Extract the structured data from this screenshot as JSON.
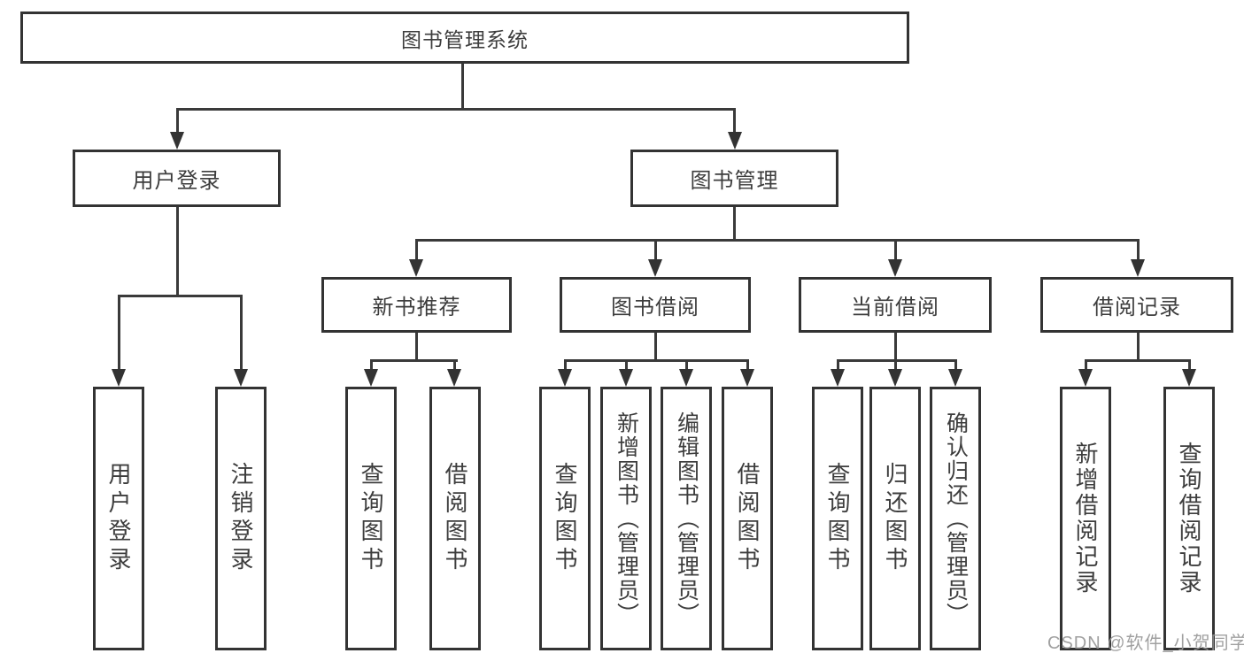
{
  "diagram": {
    "title": "图书管理系统",
    "root": {
      "label": "图书管理系统"
    },
    "branches": [
      {
        "label": "用户登录",
        "children": [
          {
            "label": "用户登录"
          },
          {
            "label": "注销登录"
          }
        ]
      },
      {
        "label": "图书管理",
        "groups": [
          {
            "label": "新书推荐",
            "children": [
              {
                "label": "查询图书"
              },
              {
                "label": "借阅图书"
              }
            ]
          },
          {
            "label": "图书借阅",
            "children": [
              {
                "label": "查询图书"
              },
              {
                "label": "新增图书（管理员）"
              },
              {
                "label": "编辑图书（管理员）"
              },
              {
                "label": "借阅图书"
              }
            ]
          },
          {
            "label": "当前借阅",
            "children": [
              {
                "label": "查询图书"
              },
              {
                "label": "归还图书"
              },
              {
                "label": "确认归还（管理员）"
              }
            ]
          },
          {
            "label": "借阅记录",
            "children": [
              {
                "label": "新增借阅记录"
              },
              {
                "label": "查询借阅记录"
              }
            ]
          }
        ]
      }
    ],
    "colors": {
      "line": "#333333",
      "text": "#3d3d3d",
      "background": "#ffffff",
      "watermark": "#969696"
    }
  },
  "watermark": {
    "text": "CSDN @软件_小贺同学"
  }
}
